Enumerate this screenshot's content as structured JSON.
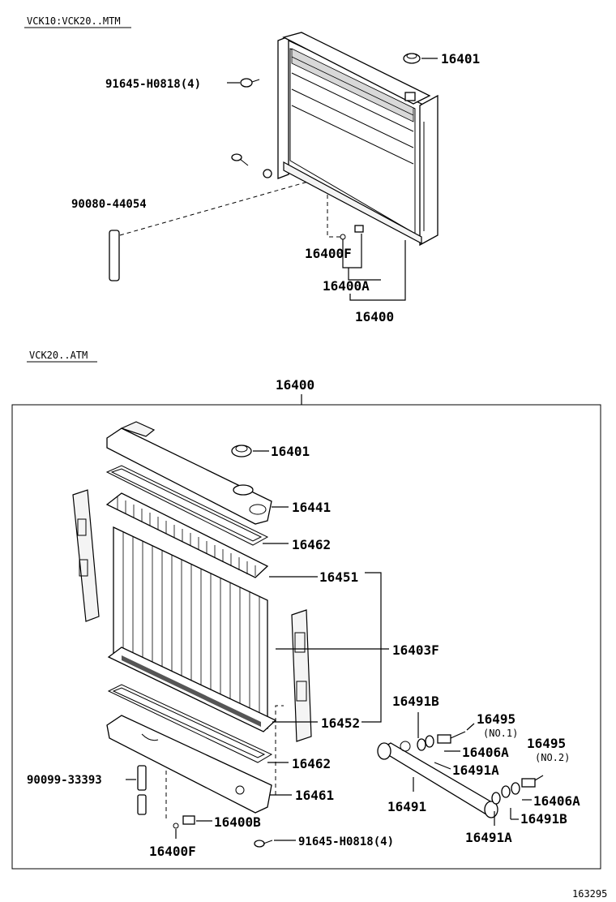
{
  "sections": {
    "top_label": "VCK10:VCK20..MTM",
    "bottom_label": "VCK20..ATM"
  },
  "callouts_top": {
    "p16401": "16401",
    "p91645_top": "91645-H0818(4)",
    "p90080": "90080-44054",
    "p16400F": "16400F",
    "p16400A": "16400A",
    "p16400": "16400"
  },
  "callouts_bottom": {
    "assembly": "16400",
    "p16401": "16401",
    "p16441": "16441",
    "p16462_a": "16462",
    "p16451": "16451",
    "p16403F": "16403F",
    "p16452": "16452",
    "p16462_b": "16462",
    "p16461": "16461",
    "p90099": "90099-33393",
    "p16400B": "16400B",
    "p16400F": "16400F",
    "p91645_bottom": "91645-H0818(4)",
    "p16491B_a": "16491B",
    "p16495_a": "16495",
    "no1": "(NO.1)",
    "p16406A_a": "16406A",
    "p16495_b": "16495",
    "no2": "(NO.2)",
    "p16491A_a": "16491A",
    "p16491": "16491",
    "p16406A_b": "16406A",
    "p16491B_b": "16491B",
    "p16491A_b": "16491A"
  },
  "figure_number": "163295"
}
